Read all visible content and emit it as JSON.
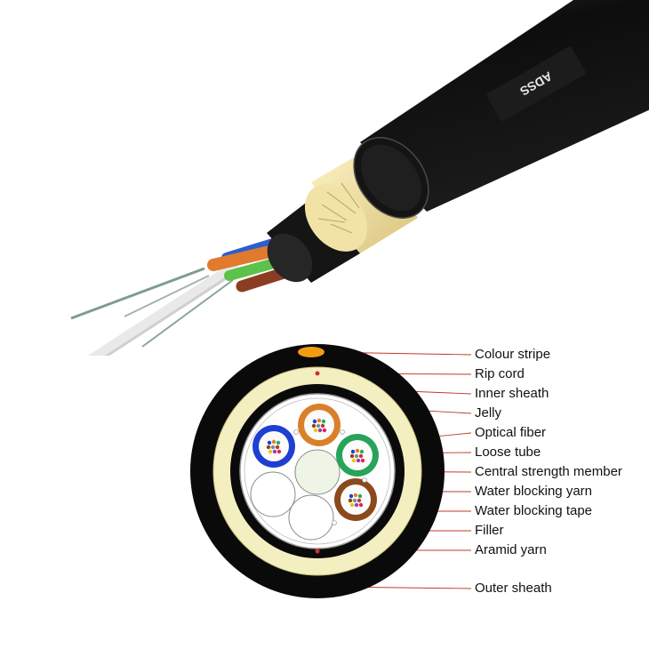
{
  "cable_marking": "ADSS",
  "labels": [
    "Colour stripe",
    "Rip cord",
    "Inner sheath",
    "Jelly",
    "Optical fiber",
    "Loose tube",
    "Central strength member",
    "Water blocking yarn",
    "Water blocking tape",
    "Filler",
    "Aramid yarn",
    "Outer sheath"
  ],
  "colors": {
    "sheath": "#0a0a0a",
    "aramid": "#f3efc0",
    "leader_line": "#c0392b",
    "colour_stripe": "#f39c12",
    "tube_blue": "#1f3fd1",
    "tube_orange": "#d9802b",
    "tube_green": "#27a35a",
    "tube_brown": "#8b4a1c"
  }
}
